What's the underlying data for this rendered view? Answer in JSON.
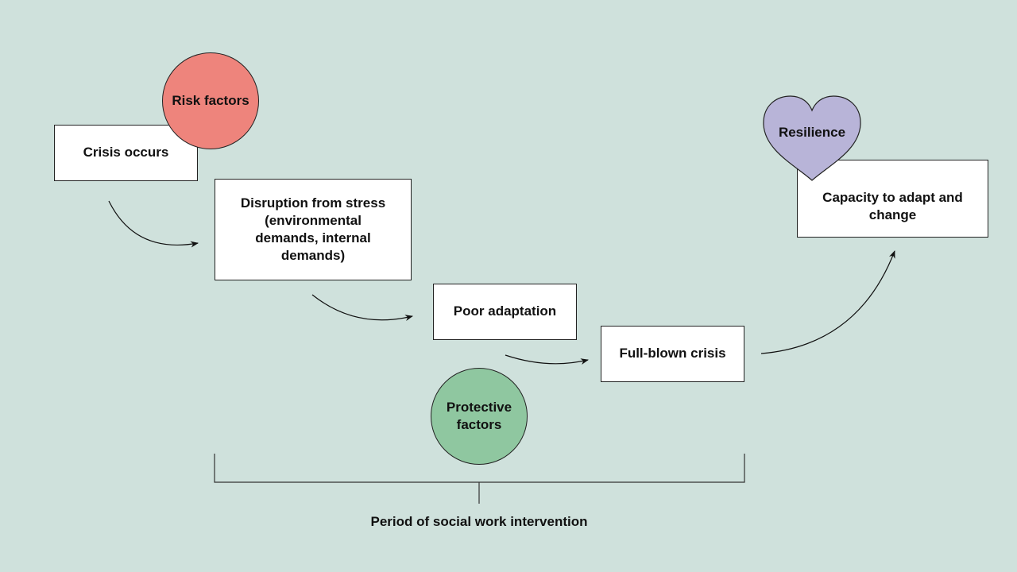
{
  "diagram": {
    "nodes": {
      "crisis_occurs": "Crisis occurs",
      "risk_factors": "Risk factors",
      "disruption": "Disruption from stress (environmental demands, internal demands)",
      "poor_adaptation": "Poor adaptation",
      "full_blown_crisis": "Full-blown crisis",
      "protective_factors": "Protective factors",
      "capacity": "Capacity to adapt and change",
      "resilience": "Resilience"
    },
    "bracket_label": "Period of social work intervention",
    "colors": {
      "background": "#cfe1dc",
      "risk_factors": "#ee847c",
      "protective_factors": "#8fc7a0",
      "resilience": "#b8b4d8"
    }
  }
}
